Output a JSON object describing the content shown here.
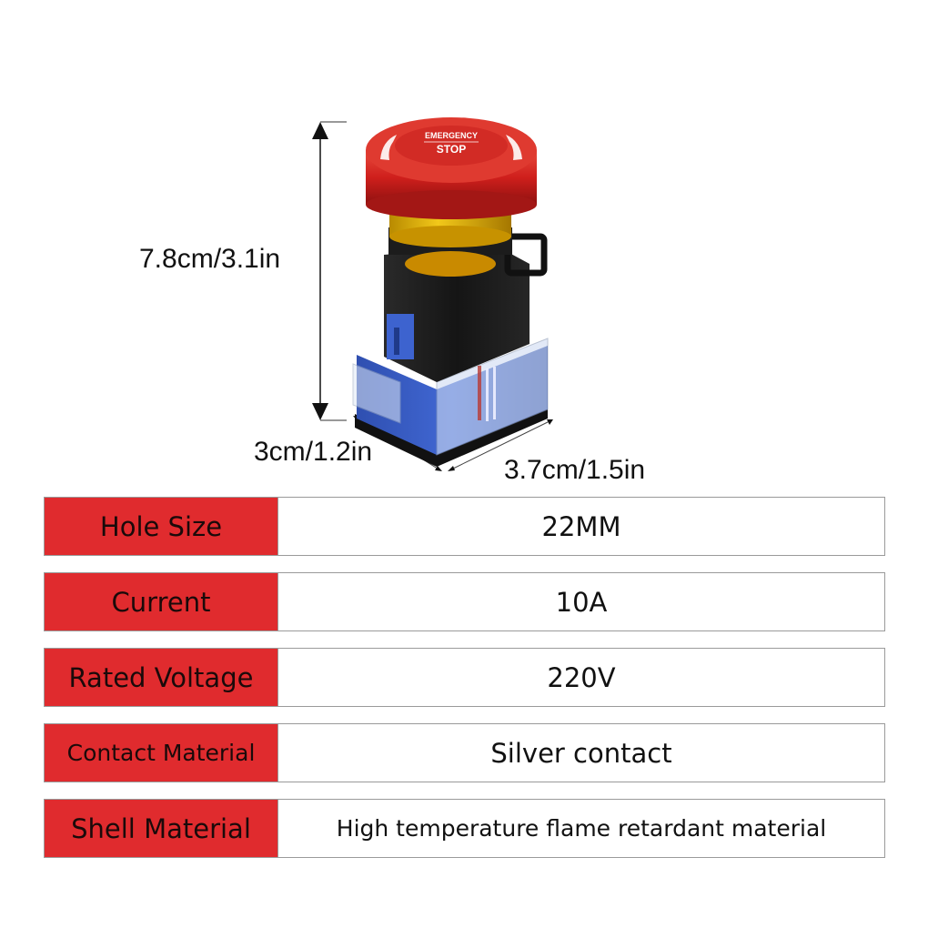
{
  "dimensions": {
    "height": "7.8cm/3.1in",
    "depth": "3cm/1.2in",
    "width": "3.7cm/1.5in"
  },
  "product": {
    "cap_text_top": "EMERGENCY",
    "cap_text_bottom": "STOP",
    "colors": {
      "cap_red": "#d0211f",
      "collar_yellow": "#e8b400",
      "body_black": "#1b1b1b",
      "contact_blue": "#3a5fc8"
    }
  },
  "specs": {
    "key_color": "#e02b2e",
    "rows": [
      {
        "label": "Hole Size",
        "value": "22MM"
      },
      {
        "label": "Current",
        "value": "10A"
      },
      {
        "label": "Rated Voltage",
        "value": "220V"
      },
      {
        "label": "Contact Material",
        "value": "Silver contact"
      },
      {
        "label": "Shell Material",
        "value": "High temperature flame retardant material"
      }
    ]
  }
}
